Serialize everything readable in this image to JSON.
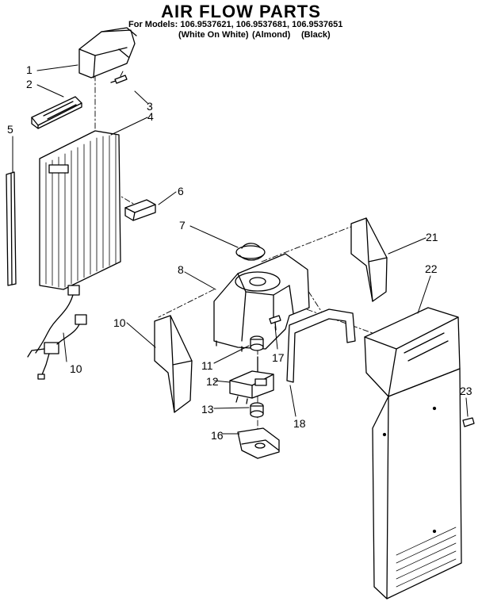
{
  "header": {
    "title": "AIR FLOW PARTS",
    "models_line": "For Models: 106.9537621, 106.9537681, 106.9537651",
    "variant_white": "(White On White)",
    "variant_almond": "(Almond)",
    "variant_black": "(Black)"
  },
  "callouts": [
    "1",
    "2",
    "3",
    "4",
    "5",
    "6",
    "7",
    "8",
    "10",
    "10",
    "11",
    "12",
    "13",
    "16",
    "17",
    "18",
    "21",
    "22",
    "23"
  ]
}
